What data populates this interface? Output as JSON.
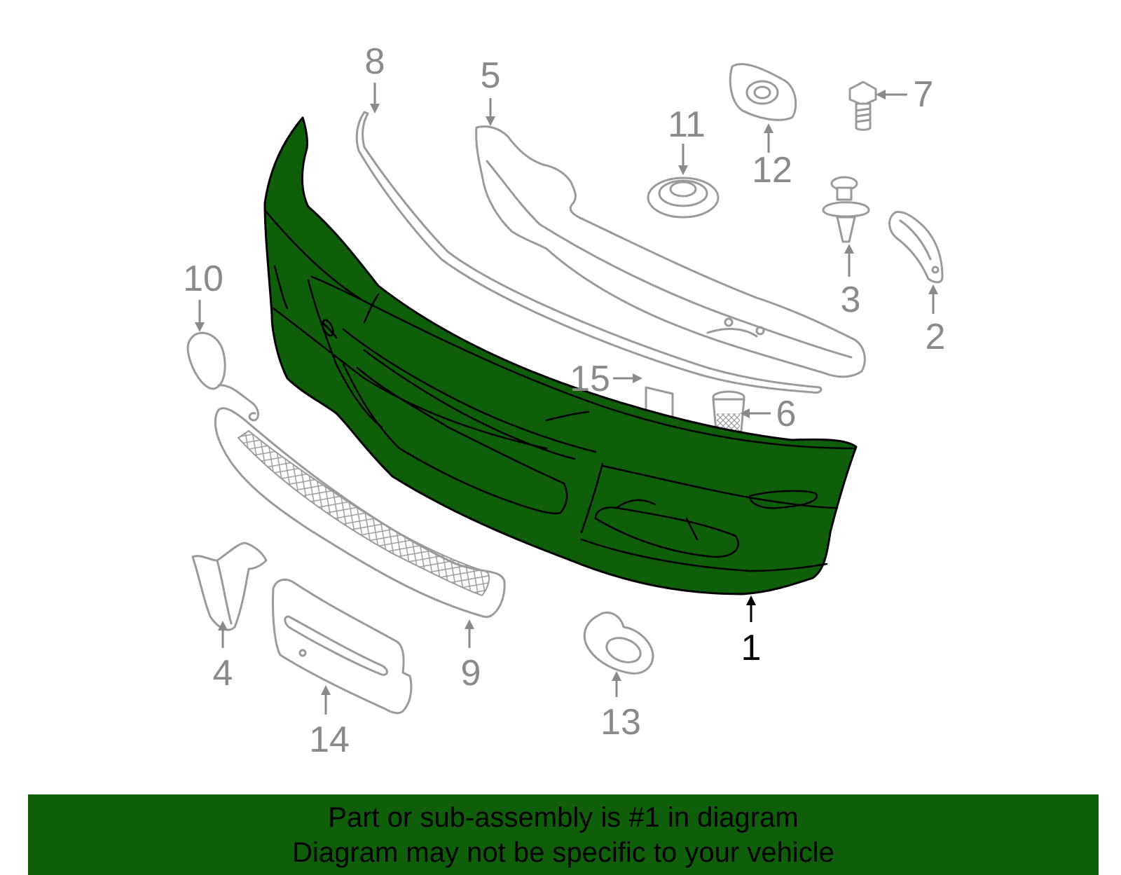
{
  "diagram": {
    "highlight_color": "#0f5e0a",
    "outline_color": "#9a9a9a",
    "highlighted_part": "1",
    "callouts": [
      "1",
      "2",
      "3",
      "4",
      "5",
      "6",
      "7",
      "8",
      "9",
      "10",
      "11",
      "12",
      "13",
      "14",
      "15"
    ]
  },
  "banner": {
    "line1": "Part or sub-assembly is #1 in diagram",
    "line2": "Diagram may not be specific to your vehicle",
    "background": "#0f5e0a"
  }
}
